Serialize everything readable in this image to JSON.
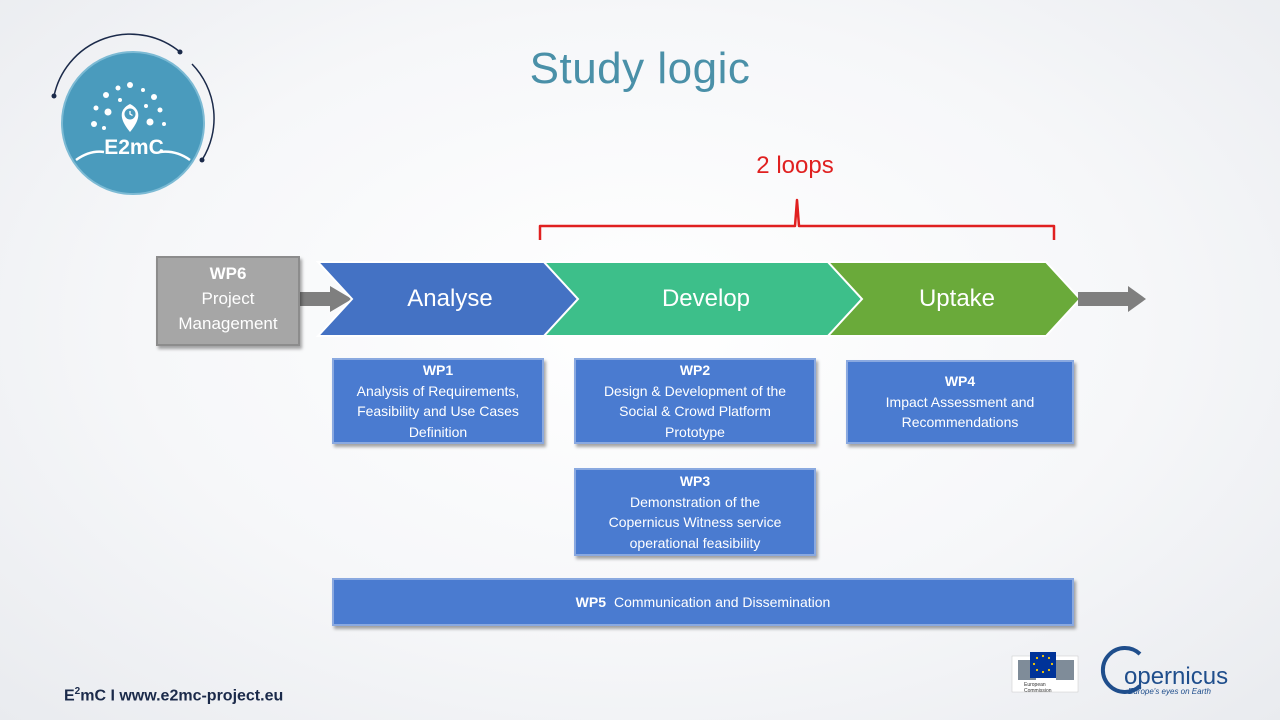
{
  "slide": {
    "title": "Study logic",
    "loops_label": "2 loops"
  },
  "logo": {
    "text": "E2mC"
  },
  "wp6": {
    "code": "WP6",
    "name_line1": "Project",
    "name_line2": "Management"
  },
  "phases": [
    {
      "label": "Analyse",
      "color": "#4472c4"
    },
    {
      "label": "Develop",
      "color": "#3dbf8a"
    },
    {
      "label": "Uptake",
      "color": "#6aaa3a"
    }
  ],
  "work_packages": {
    "wp1": {
      "code": "WP1",
      "lines": [
        "Analysis of Requirements,",
        "Feasibility and Use Cases",
        "Definition"
      ]
    },
    "wp2": {
      "code": "WP2",
      "lines": [
        "Design & Development of the",
        "Social & Crowd Platform",
        "Prototype"
      ]
    },
    "wp3": {
      "code": "WP3",
      "lines": [
        "Demonstration of the",
        "Copernicus Witness service",
        "operational feasibility"
      ]
    },
    "wp4": {
      "code": "WP4",
      "lines": [
        "Impact Assessment and",
        "Recommendations"
      ]
    },
    "wp5": {
      "code": "WP5",
      "label": "Communication and Dissemination"
    }
  },
  "footer": {
    "prefix": "E",
    "sup": "2",
    "rest": "mC I www.e2mc-project.eu"
  },
  "partners": {
    "ec_caption_line1": "European",
    "ec_caption_line2": "Commission",
    "copernicus_name": "opernicus",
    "copernicus_initial": "C",
    "copernicus_tagline": "Europe's eyes on Earth"
  },
  "colors": {
    "title": "#4a90a8",
    "loops": "#e02020",
    "wp_box": "#4a7bd0",
    "wp6_box": "#a6a6a6",
    "arrow_grey": "#7f7f7f"
  }
}
